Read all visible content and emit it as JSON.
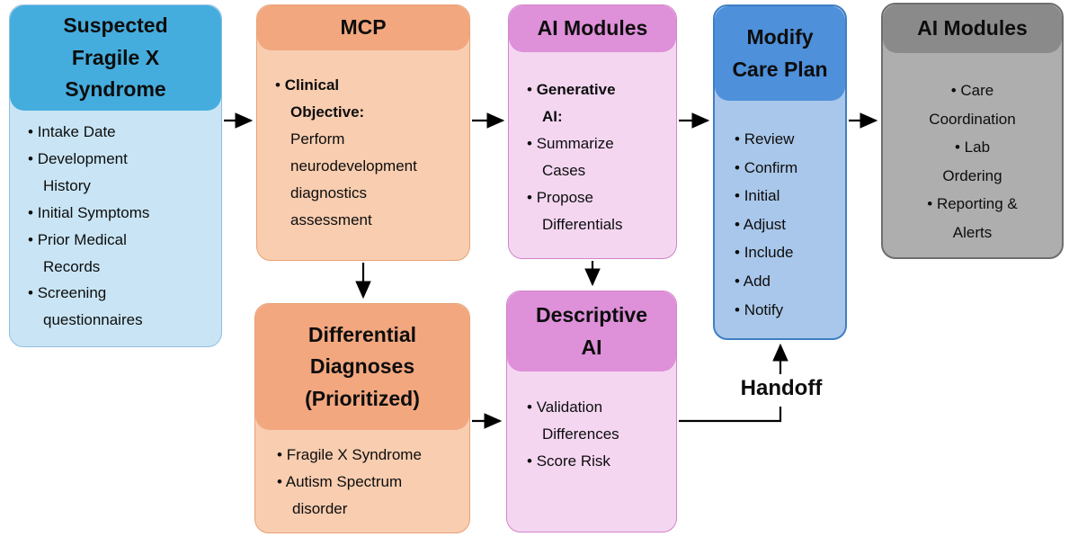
{
  "boxes": {
    "suspected": {
      "title": "Suspected\nFragile X\nSyndrome",
      "items": [
        "Intake Date",
        "Development\nHistory",
        "Initial Symptoms",
        "Prior Medical\nRecords",
        "Screening\nquestionnaires"
      ]
    },
    "mcp": {
      "title": "MCP",
      "items": [
        {
          "bold": "Clinical\nObjective:",
          "text": "\nPerform\nneurodevelopment\ndiagnostics\nassessment"
        }
      ]
    },
    "ai_modules_generative": {
      "title": "AI Modules",
      "items": [
        {
          "bold": "Generative\nAI:"
        },
        "Summarize\nCases",
        "Propose\nDifferentials"
      ]
    },
    "modify_care_plan": {
      "title": "Modify\nCare Plan",
      "items": [
        "Review",
        "Confirm",
        "Initial",
        "Adjust",
        "Include",
        "Add",
        "Notify"
      ]
    },
    "ai_modules_ops": {
      "title": "AI Modules",
      "items": [
        "Care\nCoordination",
        "Lab\nOrdering",
        "Reporting &\nAlerts"
      ]
    },
    "differential": {
      "title": "Differential\nDiagnoses\n(Prioritized)",
      "items": [
        "Fragile X Syndrome",
        "Autism Spectrum\ndisorder"
      ]
    },
    "descriptive": {
      "title": "Descriptive\nAI",
      "items": [
        "Validation\nDifferences",
        "Score Risk"
      ]
    }
  },
  "labels": {
    "handoff": "Handoff"
  },
  "colors": {
    "blue_header": "#45ADDE",
    "blue_body": "#C9E5F5",
    "salmon_header": "#F2A77F",
    "salmon_body": "#F8CDB0",
    "pink_header": "#DE90D9",
    "pink_body": "#F4D6F1",
    "midblue_header": "#4E90DA",
    "midblue_body": "#A9C7EA",
    "gray_header": "#8A8A8A",
    "gray_body": "#AEAEAE",
    "arrow": "#000000"
  }
}
